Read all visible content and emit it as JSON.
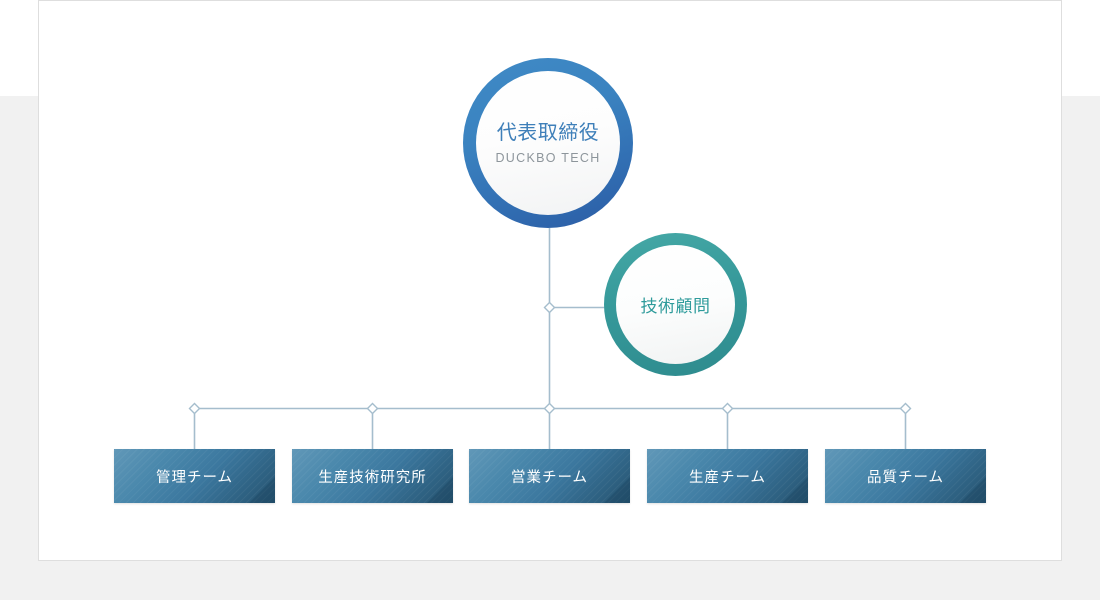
{
  "page": {
    "background_outer_top": "#ffffff",
    "background_outer_bottom": "#f1f1f1",
    "card_background": "#ffffff",
    "card_border": "#dedede"
  },
  "chart_data": {
    "type": "diagram",
    "title": "",
    "subtype": "organization-chart",
    "root": {
      "name": "ceo",
      "title": "代表取締役",
      "subtitle": "DUCKBO TECH",
      "shape": "circle",
      "ring_color_start": "#3f8ac6",
      "ring_color_end": "#2b5ba4",
      "title_color": "#3e7fb9",
      "subtitle_color": "#8d959b"
    },
    "advisor": {
      "name": "technical-advisor",
      "title": "技術顧問",
      "shape": "circle",
      "ring_color_start": "#45a8a6",
      "ring_color_end": "#2e8b8e",
      "title_color": "#2e9b9b"
    },
    "teams": [
      {
        "label": "管理チーム"
      },
      {
        "label": "生産技術研究所"
      },
      {
        "label": "営業チーム"
      },
      {
        "label": "生産チーム"
      },
      {
        "label": "品質チーム"
      }
    ],
    "connector": {
      "line_color": "#a5bdcd",
      "node_shape": "diamond",
      "node_count": 5
    },
    "box_style": {
      "gradient_start": "#6198b8",
      "gradient_end": "#27536f",
      "text_color": "#ffffff"
    }
  }
}
